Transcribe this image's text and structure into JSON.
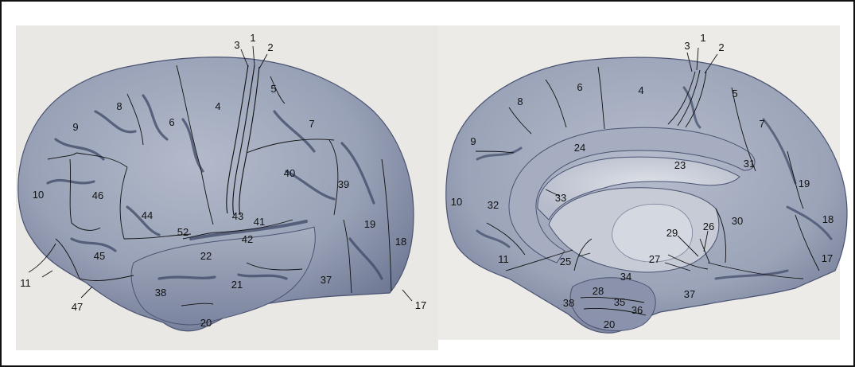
{
  "lateral_view": {
    "areas": [
      "1",
      "2",
      "3",
      "4",
      "5",
      "6",
      "7",
      "8",
      "9",
      "10",
      "11",
      "17",
      "18",
      "19",
      "20",
      "21",
      "22",
      "37",
      "38",
      "39",
      "40",
      "41",
      "42",
      "43",
      "44",
      "45",
      "46",
      "47",
      "52"
    ]
  },
  "medial_view": {
    "areas": [
      "1",
      "2",
      "3",
      "4",
      "5",
      "6",
      "7",
      "8",
      "9",
      "10",
      "11",
      "17",
      "18",
      "19",
      "20",
      "23",
      "24",
      "25",
      "26",
      "27",
      "28",
      "29",
      "30",
      "31",
      "32",
      "33",
      "34",
      "35",
      "36",
      "37",
      "38"
    ]
  },
  "colors": {
    "cortex_fill": "#9aa3b7",
    "cortex_shadow": "#5d6784",
    "sulcus": "#3f4866",
    "highlight": "#d7dbe3",
    "boundary": "#111111"
  }
}
